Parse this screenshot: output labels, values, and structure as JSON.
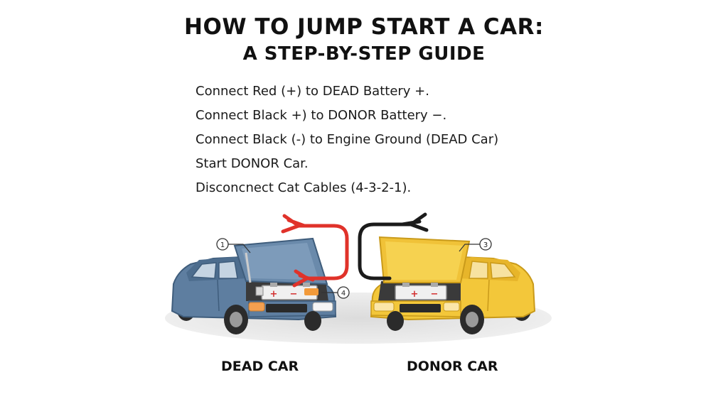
{
  "title": {
    "line1": "HOW TO JUMP START A CAR:",
    "line2": "A STEP-BY-STEP GUIDE"
  },
  "steps": [
    "Connect Red (+) to DEAD Battery  +.",
    "Connect Black +) to DONOR Battery −.",
    "Connect Black (-) to Engine Ground (DEAD Car)",
    "Start DONOR Car.",
    "Disconcnect Cat Cables (4-3-2-1)."
  ],
  "markers": {
    "m1": "1",
    "m3": "3",
    "m4": "4"
  },
  "battery_terminals": {
    "plus": "+",
    "minus": "−"
  },
  "labels": {
    "dead_car": "DEAD CAR",
    "donor_car": "DONOR CAR"
  },
  "colors": {
    "dead_car_body": "#5e7ea0",
    "donor_car_body": "#f3c73a",
    "red_cable": "#e0322a",
    "black_cable": "#1b1b1b"
  },
  "icons": {
    "dead_car": "car-icon",
    "donor_car": "car-icon",
    "battery": "battery-icon",
    "cable": "jumper-cable-icon"
  }
}
